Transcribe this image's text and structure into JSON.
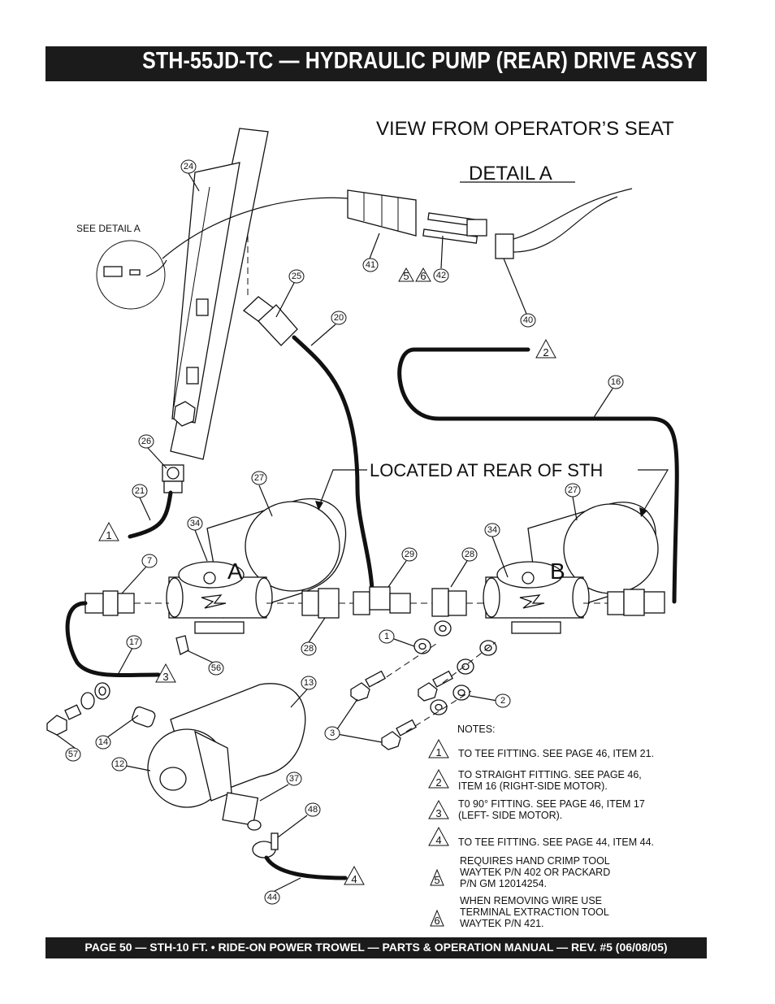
{
  "header": {
    "title": "STH-55JD-TC — HYDRAULIC PUMP (REAR) DRIVE ASSY"
  },
  "footer": {
    "text": "PAGE 50 — STH-10 FT. • RIDE-ON POWER TROWEL — PARTS & OPERATION MANUAL — REV. #5 (06/08/05)"
  },
  "diagram": {
    "view_label": "VIEW FROM OPERATOR’S SEAT",
    "detail_label": "DETAIL A",
    "see_detail_label": "SEE DETAIL A",
    "location_label": "LOCATED AT REAR OF STH",
    "motor_a_label": "A",
    "motor_b_label": "B",
    "callouts": [
      {
        "num": "24"
      },
      {
        "num": "41"
      },
      {
        "num": "42"
      },
      {
        "num": "40"
      },
      {
        "num": "25"
      },
      {
        "num": "20"
      },
      {
        "num": "16"
      },
      {
        "num": "26"
      },
      {
        "num": "27"
      },
      {
        "num": "21"
      },
      {
        "num": "27"
      },
      {
        "num": "34"
      },
      {
        "num": "34"
      },
      {
        "num": "7"
      },
      {
        "num": "29"
      },
      {
        "num": "28"
      },
      {
        "num": "17"
      },
      {
        "num": "56"
      },
      {
        "num": "28"
      },
      {
        "num": "1"
      },
      {
        "num": "13"
      },
      {
        "num": "2"
      },
      {
        "num": "3"
      },
      {
        "num": "14"
      },
      {
        "num": "57"
      },
      {
        "num": "12"
      },
      {
        "num": "37"
      },
      {
        "num": "48"
      },
      {
        "num": "44"
      }
    ],
    "flags": [
      {
        "num": "5"
      },
      {
        "num": "6"
      },
      {
        "num": "2"
      },
      {
        "num": "1"
      },
      {
        "num": "3"
      },
      {
        "num": "4"
      }
    ]
  },
  "notes": {
    "heading": "NOTES:",
    "items": [
      {
        "num": "1",
        "lines": [
          "TO TEE FITTING. SEE PAGE 46, ITEM 21."
        ]
      },
      {
        "num": "2",
        "lines": [
          "TO STRAIGHT FITTING. SEE PAGE 46,",
          "ITEM 16 (RIGHT-SIDE MOTOR)."
        ]
      },
      {
        "num": "3",
        "lines": [
          "T0 90° FITTING. SEE PAGE 46, ITEM 17",
          "(LEFT- SIDE MOTOR)."
        ]
      },
      {
        "num": "4",
        "lines": [
          "TO TEE FITTING.  SEE PAGE 44, ITEM 44."
        ]
      },
      {
        "num": "5",
        "lines": [
          "REQUIRES HAND CRIMP TOOL",
          "WAYTEK P/N 402 OR PACKARD",
          "P/N GM 12014254."
        ]
      },
      {
        "num": "6",
        "lines": [
          "WHEN REMOVING WIRE USE",
          "TERMINAL EXTRACTION TOOL",
          " WAYTEK P/N 421."
        ]
      }
    ]
  }
}
